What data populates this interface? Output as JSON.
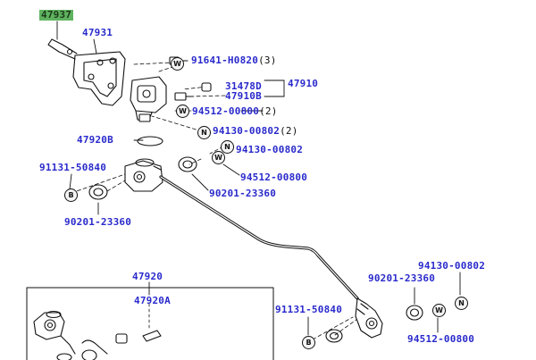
{
  "callouts": {
    "p47937": "47937",
    "p47931": "47931",
    "p91641": "91641-H0820",
    "p91641_qty": "(3)",
    "p47910": "47910",
    "p31478D": "31478D",
    "p47910B": "47910B",
    "p94512_top": "94512-00800",
    "p94512_top_qty": "(2)",
    "p94130_top": "94130-00802",
    "p94130_top_qty": "(2)",
    "p47920B": "47920B",
    "p94130_mid": "94130-00802",
    "p91131_left": "91131-50840",
    "p94512_mid": "94512-00800",
    "p90201_mid": "90201-23360",
    "p90201_left": "90201-23360",
    "p47920": "47920",
    "p47920A": "47920A",
    "p94130_right": "94130-00802",
    "p90201_right": "90201-23360",
    "p91131_bottom": "91131-50840",
    "p94512_right": "94512-00800"
  },
  "symbols": {
    "washer": "W",
    "nut": "N",
    "bolt": "B"
  }
}
